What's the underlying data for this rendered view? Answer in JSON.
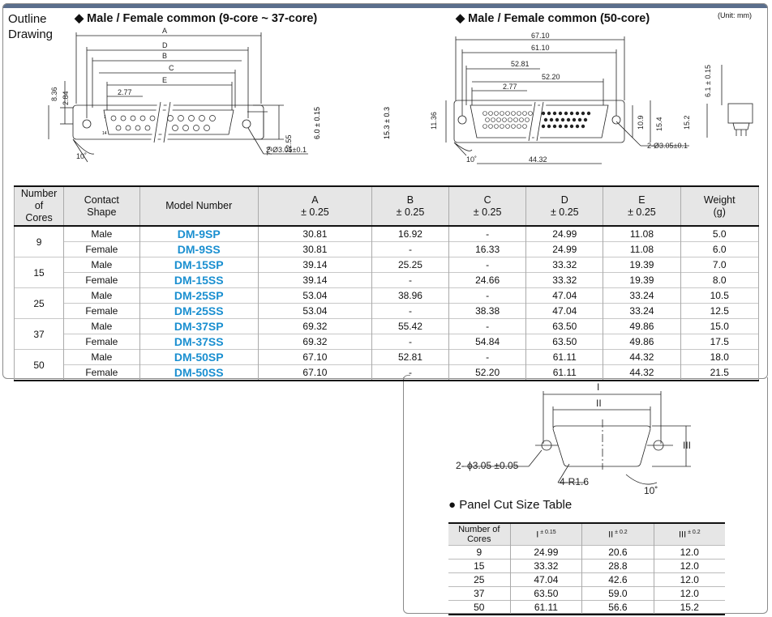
{
  "outline": {
    "line1": "Outline",
    "line2": "Drawing"
  },
  "heading_left": "◆ Male / Female common (9-core ~ 37-core)",
  "heading_right": "◆ Male / Female common (50-core)",
  "unit": "(Unit: mm)",
  "drawing_left": {
    "labels": {
      "A": "A",
      "D": "D",
      "B": "B",
      "C": "C",
      "E": "E"
    },
    "dims": {
      "d836": "8.36",
      "d284": "2.84",
      "d277": "2.77",
      "d79": "7.9",
      "d1255": "12.55",
      "angle": "10˚",
      "holes": "2-Ø3.05±0.1",
      "height60": "6.0 ± 0.15",
      "height153": "15.3 ± 0.3",
      "pin1": "1",
      "pin14": "14"
    }
  },
  "drawing_right": {
    "dims": {
      "d6710": "67.10",
      "d6110": "61.10",
      "d5281": "52.81",
      "d5220": "52.20",
      "d277": "2.77",
      "d1136": "11.36",
      "d109": "10.9",
      "d154": "15.4",
      "d4432": "44.32",
      "angle": "10˚",
      "holes": "2-Ø3.05±0.1",
      "d61": "6.1 ± 0.15",
      "d152": "15.2"
    }
  },
  "spec_table": {
    "headers": [
      "Number of Cores",
      "Contact Shape",
      "Model Number",
      "A\n± 0.25",
      "B\n± 0.25",
      "C\n± 0.25",
      "D\n± 0.25",
      "E\n± 0.25",
      "Weight\n(g)"
    ],
    "header_lines": [
      [
        "Number of",
        "Cores"
      ],
      [
        "Contact",
        "Shape"
      ],
      [
        "Model Number"
      ],
      [
        "A",
        "± 0.25"
      ],
      [
        "B",
        "± 0.25"
      ],
      [
        "C",
        "± 0.25"
      ],
      [
        "D",
        "± 0.25"
      ],
      [
        "E",
        "± 0.25"
      ],
      [
        "Weight",
        "(g)"
      ]
    ],
    "groups": [
      {
        "cores": "9",
        "rows": [
          {
            "shape": "Male",
            "model": "DM-9SP",
            "A": "30.81",
            "B": "16.92",
            "C": "-",
            "D": "24.99",
            "E": "11.08",
            "W": "5.0"
          },
          {
            "shape": "Female",
            "model": "DM-9SS",
            "A": "30.81",
            "B": "-",
            "C": "16.33",
            "D": "24.99",
            "E": "11.08",
            "W": "6.0"
          }
        ]
      },
      {
        "cores": "15",
        "rows": [
          {
            "shape": "Male",
            "model": "DM-15SP",
            "A": "39.14",
            "B": "25.25",
            "C": "-",
            "D": "33.32",
            "E": "19.39",
            "W": "7.0"
          },
          {
            "shape": "Female",
            "model": "DM-15SS",
            "A": "39.14",
            "B": "-",
            "C": "24.66",
            "D": "33.32",
            "E": "19.39",
            "W": "8.0"
          }
        ]
      },
      {
        "cores": "25",
        "rows": [
          {
            "shape": "Male",
            "model": "DM-25SP",
            "A": "53.04",
            "B": "38.96",
            "C": "-",
            "D": "47.04",
            "E": "33.24",
            "W": "10.5"
          },
          {
            "shape": "Female",
            "model": "DM-25SS",
            "A": "53.04",
            "B": "-",
            "C": "38.38",
            "D": "47.04",
            "E": "33.24",
            "W": "12.5"
          }
        ]
      },
      {
        "cores": "37",
        "rows": [
          {
            "shape": "Male",
            "model": "DM-37SP",
            "A": "69.32",
            "B": "55.42",
            "C": "-",
            "D": "63.50",
            "E": "49.86",
            "W": "15.0"
          },
          {
            "shape": "Female",
            "model": "DM-37SS",
            "A": "69.32",
            "B": "-",
            "C": "54.84",
            "D": "63.50",
            "E": "49.86",
            "W": "17.5"
          }
        ]
      },
      {
        "cores": "50",
        "rows": [
          {
            "shape": "Male",
            "model": "DM-50SP",
            "A": "67.10",
            "B": "52.81",
            "C": "-",
            "D": "61.11",
            "E": "44.32",
            "W": "18.0"
          },
          {
            "shape": "Female",
            "model": "DM-50SS",
            "A": "67.10",
            "B": "-",
            "C": "52.20",
            "D": "61.11",
            "E": "44.32",
            "W": "21.5"
          }
        ]
      }
    ]
  },
  "panel_drawing": {
    "I": "I",
    "II": "II",
    "III": "III",
    "hole": "2- ϕ3.05 ±0.05",
    "radius": "4-R1.6",
    "angle": "10˚"
  },
  "panel_title": "Panel Cut Size Table",
  "cut_table": {
    "headers": [
      {
        "label": "Number of Cores",
        "tol": ""
      },
      {
        "label": "I",
        "tol": "± 0.15"
      },
      {
        "label": "II",
        "tol": "± 0.2"
      },
      {
        "label": "III",
        "tol": "± 0.2"
      }
    ],
    "rows": [
      [
        "9",
        "24.99",
        "20.6",
        "12.0"
      ],
      [
        "15",
        "33.32",
        "28.8",
        "12.0"
      ],
      [
        "25",
        "47.04",
        "42.6",
        "12.0"
      ],
      [
        "37",
        "63.50",
        "59.0",
        "12.0"
      ],
      [
        "50",
        "61.11",
        "56.6",
        "15.2"
      ]
    ]
  }
}
